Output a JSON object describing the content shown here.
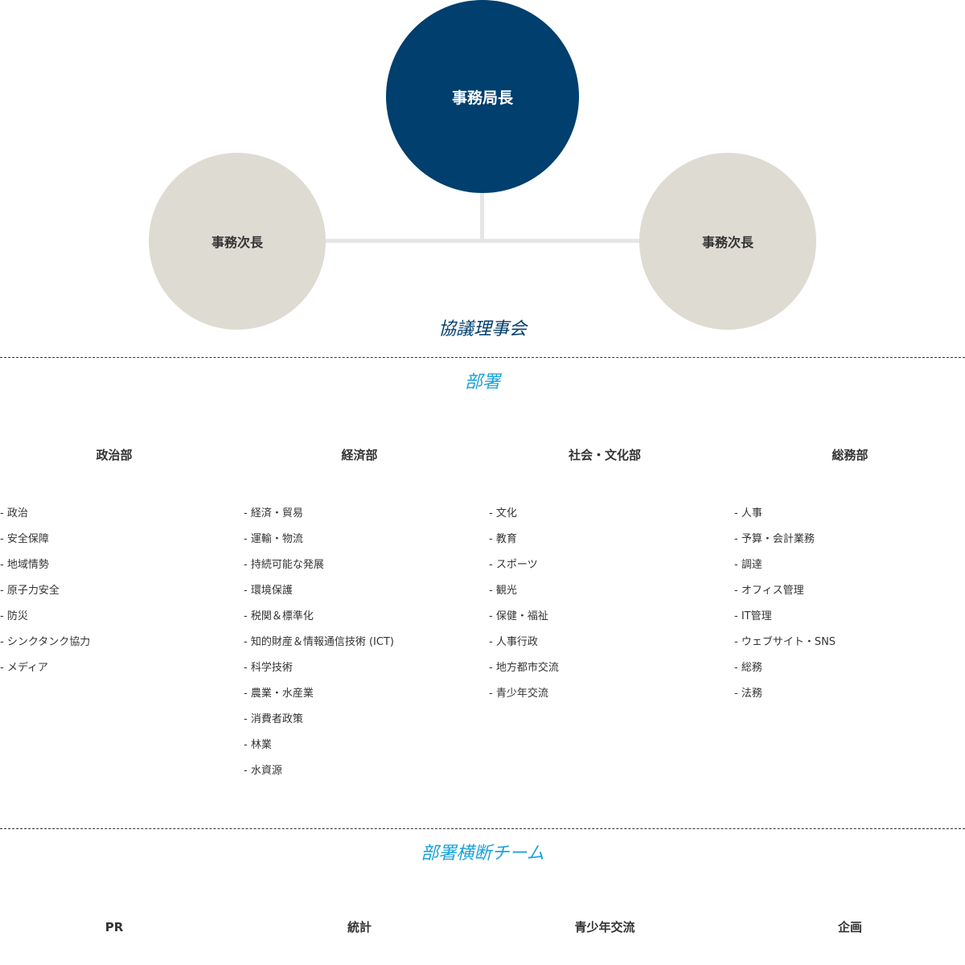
{
  "colors": {
    "primary_navy": "#003f6e",
    "secondary_beige": "#dedbd3",
    "accent_blue": "#1aa3dc",
    "connector_gray": "#e6e6e6",
    "text_dark": "#333333"
  },
  "leadership": {
    "secretary_general": "事務局長",
    "deputy_left": "事務次長",
    "deputy_right": "事務次長"
  },
  "council_title": "協議理事会",
  "departments_title": "部署",
  "departments": [
    {
      "name": "政治部",
      "items": [
        "- 政治",
        "- 安全保障",
        "- 地域情勢",
        "- 原子力安全",
        "- 防災",
        "- シンクタンク協力",
        "- メディア"
      ]
    },
    {
      "name": "経済部",
      "items": [
        "- 経済・貿易",
        "- 運輸・物流",
        "- 持続可能な発展",
        "- 環境保護",
        "- 税関＆標準化",
        "- 知的財産＆情報通信技術 (ICT)",
        "- 科学技術",
        "- 農業・水産業",
        "- 消費者政策",
        "- 林業",
        "- 水資源"
      ]
    },
    {
      "name": "社会・文化部",
      "items": [
        "- 文化",
        "- 教育",
        "- スポーツ",
        "- 観光",
        "- 保健・福祉",
        "- 人事行政",
        "- 地方都市交流",
        "- 青少年交流"
      ]
    },
    {
      "name": "総務部",
      "items": [
        "- 人事",
        "- 予算・会計業務",
        "- 調達",
        "- オフィス管理",
        "- IT管理",
        "- ウェブサイト・SNS",
        "- 総務",
        "- 法務"
      ]
    }
  ],
  "teams_title": "部署横断チーム",
  "teams": [
    "PR",
    "統計",
    "青少年交流",
    "企画"
  ]
}
